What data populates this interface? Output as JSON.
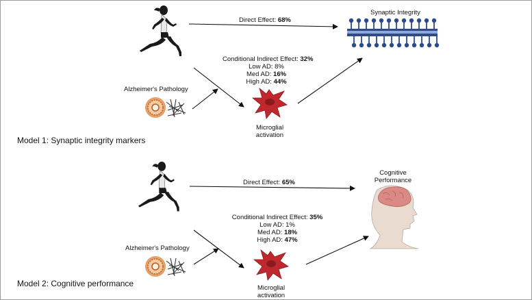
{
  "model1": {
    "label": "Model 1: Synaptic integrity markers",
    "outcome": "Synaptic Integrity",
    "moderator": "Alzheimer's Pathology",
    "mediator": [
      "Microglial",
      "activation"
    ],
    "direct_effect": {
      "label": "Direct Effect:",
      "value": "68%"
    },
    "indirect": {
      "title": "Conditional Indirect Effect:",
      "value": "32%",
      "low": {
        "label": "Low AD:",
        "value": "8%"
      },
      "med": {
        "label": "Med AD:",
        "value": "16%"
      },
      "high": {
        "label": "High AD:",
        "value": "44%"
      }
    }
  },
  "model2": {
    "label": "Model 2: Cognitive performance",
    "outcome": [
      "Cognitive",
      "Performance"
    ],
    "moderator": "Alzheimer's Pathology",
    "mediator": [
      "Microglial",
      "activation"
    ],
    "direct_effect": {
      "label": "Direct Effect:",
      "value": "65%"
    },
    "indirect": {
      "title": "Conditional Indirect Effect:",
      "value": "35%",
      "low": {
        "label": "Low AD:",
        "value": "1%"
      },
      "med": {
        "label": "Med AD:",
        "value": "18%"
      },
      "high": {
        "label": "High AD:",
        "value": "47%"
      }
    }
  },
  "colors": {
    "runner": "#1a1a1a",
    "synapse": "#2d4a8a",
    "synapse_light": "#8fa8d8",
    "microglia": "#c0282d",
    "plaque": "#c77a3a",
    "head": "#e8d8cc",
    "brain": "#d98a86"
  },
  "icons": [
    "runner-icon",
    "synapse-icon",
    "microglia-icon",
    "plaque-tangle-icon",
    "head-brain-icon"
  ]
}
